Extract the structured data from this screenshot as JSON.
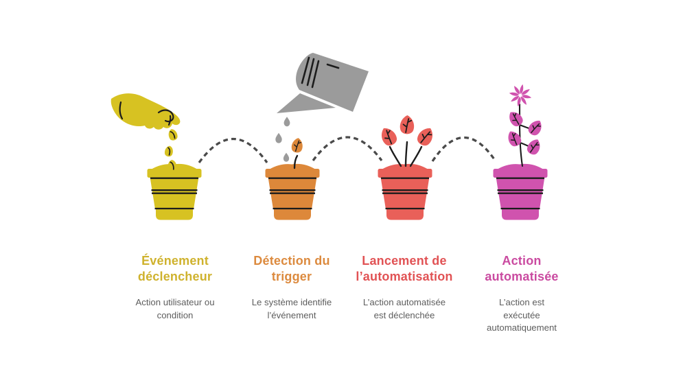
{
  "canvas": {
    "background": "#ffffff"
  },
  "palette": {
    "line_art": "#1c1c1c",
    "connector_dash": "#4a4a4a",
    "watering_can": "#9b9b9b",
    "water_drops": "#9b9b9b",
    "description_text": "#5d5d5d"
  },
  "steps": [
    {
      "title": "Événement déclencheur",
      "title_lines": [
        "Événement",
        "déclencheur"
      ],
      "description": "Action utilisateur ou condition",
      "description_lines": [
        "Action utilisateur ou",
        "condition"
      ],
      "title_color": "#cfb22d",
      "pot_color": "#d7c222",
      "illustration": "hand-dropping-seeds-into-pot"
    },
    {
      "title": "Détection du trigger",
      "title_lines": [
        "Détection du",
        "trigger"
      ],
      "description": "Le système identifie l’événement",
      "description_lines": [
        "Le système identifie",
        "l’événement"
      ],
      "title_color": "#dc8a3e",
      "pot_color": "#dd883a",
      "illustration": "watering-can-watering-sprout-in-pot"
    },
    {
      "title": "Lancement de l’automatisation",
      "title_lines": [
        "Lancement de",
        "l’automatisation"
      ],
      "description": "L’action automatisée est déclenchée",
      "description_lines": [
        "L’action automatisée",
        "est déclenchée"
      ],
      "title_color": "#e15254",
      "pot_color": "#e96059",
      "illustration": "young-plant-in-pot"
    },
    {
      "title": "Action automatisée",
      "title_lines": [
        "Action",
        "automatisée"
      ],
      "description": "L’action est exécutée automatiquement",
      "description_lines": [
        "L’action est",
        "exécutée",
        "automatiquement"
      ],
      "title_color": "#ca4aa0",
      "pot_color": "#d053ae",
      "illustration": "flowering-plant-in-pot"
    }
  ]
}
